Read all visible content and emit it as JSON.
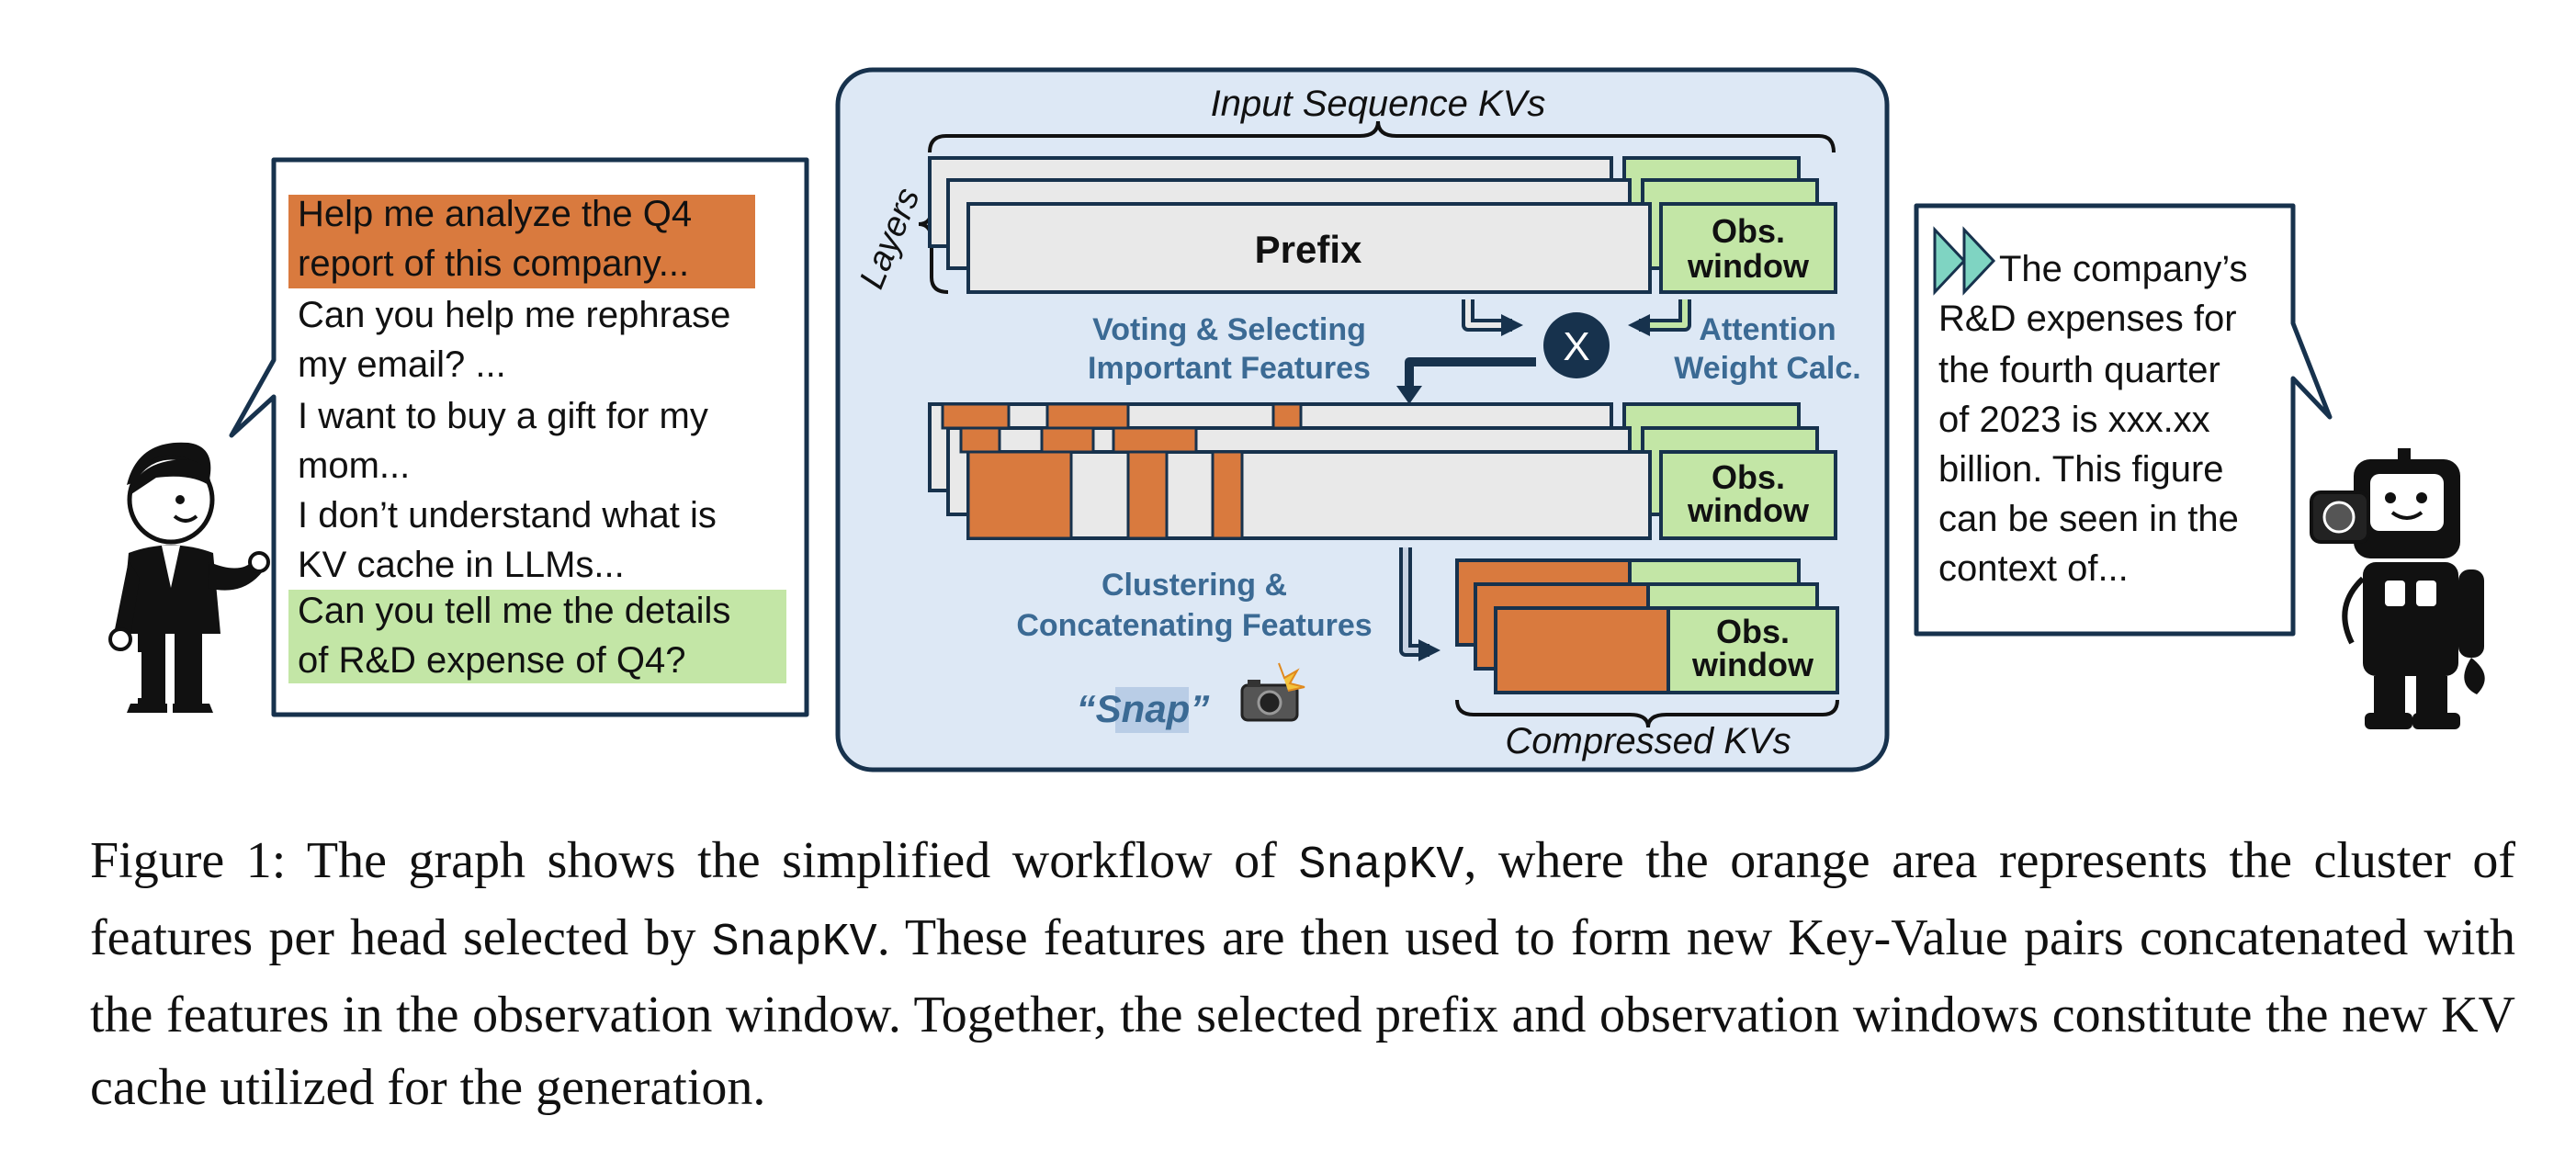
{
  "colors": {
    "orange": "#d97a3e",
    "green": "#c3e6a6",
    "panel_bg": "#dde8f5",
    "dark_blue": "#17324d",
    "label_blue": "#3b6a94",
    "grey_block": "#e9e9e9"
  },
  "user_bubble": {
    "prompts": [
      {
        "lines": [
          "Help me analyze the Q4",
          "report of this company..."
        ],
        "highlight": "orange"
      },
      {
        "lines": [
          "Can you help me rephrase",
          "my email? ..."
        ],
        "highlight": "none"
      },
      {
        "lines": [
          "I want to buy a gift for my",
          "mom..."
        ],
        "highlight": "none"
      },
      {
        "lines": [
          "I don’t understand what is",
          "KV cache in LLMs..."
        ],
        "highlight": "none"
      },
      {
        "lines": [
          "Can you tell me the details",
          "of R&D expense of Q4?"
        ],
        "highlight": "green"
      }
    ]
  },
  "diagram": {
    "input_label": "Input Sequence KVs",
    "layers_label": "Layers",
    "prefix_label": "Prefix",
    "obs_window_line1": "Obs.",
    "obs_window_line2": "window",
    "voting_line1": "Voting & Selecting",
    "voting_line2": "Important Features",
    "attention_line1": "Attention",
    "attention_line2": "Weight Calc.",
    "multiply_symbol": "X",
    "clustering_line1": "Clustering &",
    "clustering_line2": "Concatenating Features",
    "snap_label": "“Snap”",
    "camera_icon": "camera-flash-icon",
    "compressed_label": "Compressed KVs"
  },
  "robot_bubble": {
    "icon": "fast-forward-icon",
    "lines": [
      "The company’s",
      "R&D expenses for",
      "the fourth quarter",
      "of 2023 is xxx.xx",
      "billion. This figure",
      "can be seen in the",
      "context of..."
    ]
  },
  "caption": {
    "part1": "Figure 1: The graph shows the simplified workflow of ",
    "code1": "SnapKV",
    "part2": ", where the orange area represents the cluster of features per head selected by ",
    "code2": "SnapKV",
    "part3": ". These features are then used to form new Key-Value pairs concatenated with the features in the observation window. Together, the selected prefix and observation windows constitute the new KV cache utilized for the generation."
  }
}
